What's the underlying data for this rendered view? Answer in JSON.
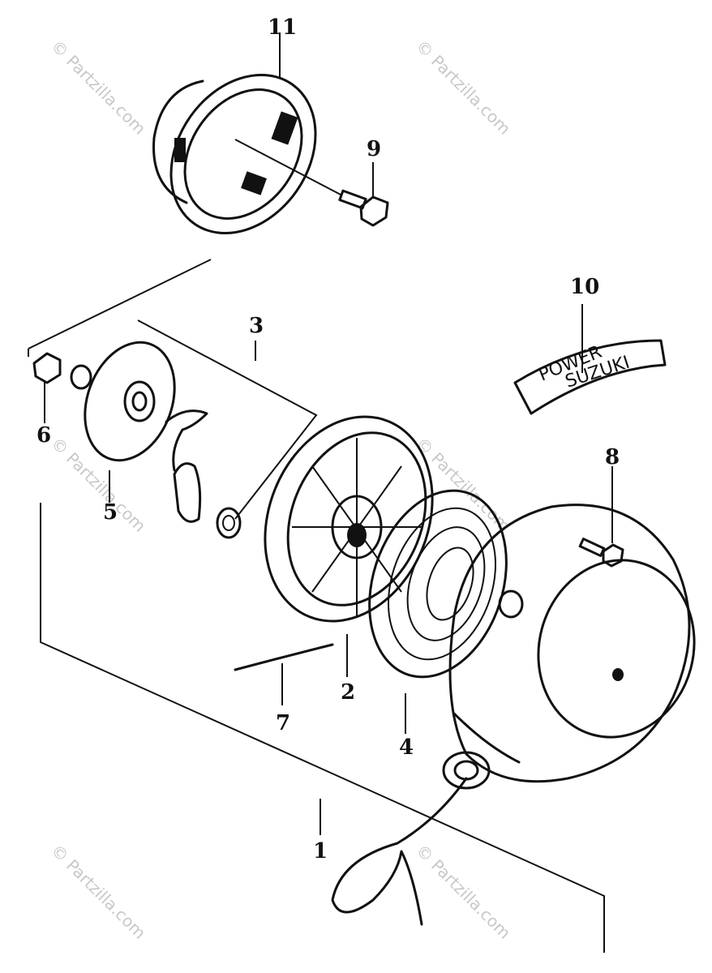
{
  "watermark": "© Partzilla.com",
  "callouts": {
    "c1": "1",
    "c2": "2",
    "c3": "3",
    "c4": "4",
    "c5": "5",
    "c6": "6",
    "c7": "7",
    "c8": "8",
    "c9": "9",
    "c10": "10",
    "c11": "11"
  },
  "decal": {
    "line1": "POWER",
    "line2": "SUZUKI"
  },
  "colors": {
    "ink": "#111111",
    "watermark": "#c8c8c8",
    "background": "#ffffff"
  }
}
